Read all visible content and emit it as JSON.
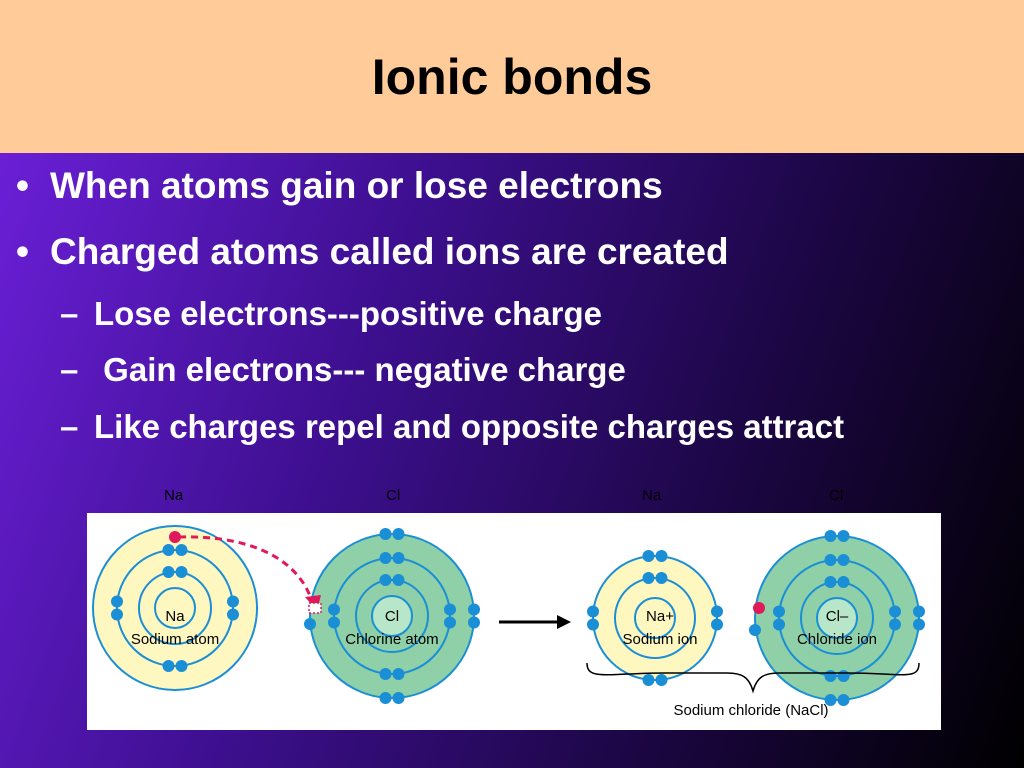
{
  "slide": {
    "title": "Ionic bonds",
    "bullets": [
      "When atoms gain or lose electrons",
      "Charged atoms called ions are created"
    ],
    "sub_bullets": [
      "Lose electrons---positive charge",
      " Gain electrons--- negative charge",
      "Like charges repel and opposite charges attract"
    ],
    "bullet_glyph": "•",
    "dash_glyph": "–"
  },
  "diagram": {
    "top_labels": [
      "Na",
      "Cl",
      "Na",
      "Cl"
    ],
    "atoms": [
      {
        "symbol": "Na",
        "name": "Sodium atom"
      },
      {
        "symbol": "Cl",
        "name": "Chlorine atom"
      },
      {
        "symbol": "Na+",
        "name": "Sodium ion"
      },
      {
        "symbol": "Cl–",
        "name": "Chloride ion"
      }
    ],
    "compound_label": "Sodium chloride (NaCl)",
    "colors": {
      "sodium_fill": "#fff7c0",
      "chlorine_fill": "#8fd0a8",
      "electron": "#1a8fd6",
      "transfer_electron": "#e0195a",
      "arrow": "#000000"
    }
  }
}
